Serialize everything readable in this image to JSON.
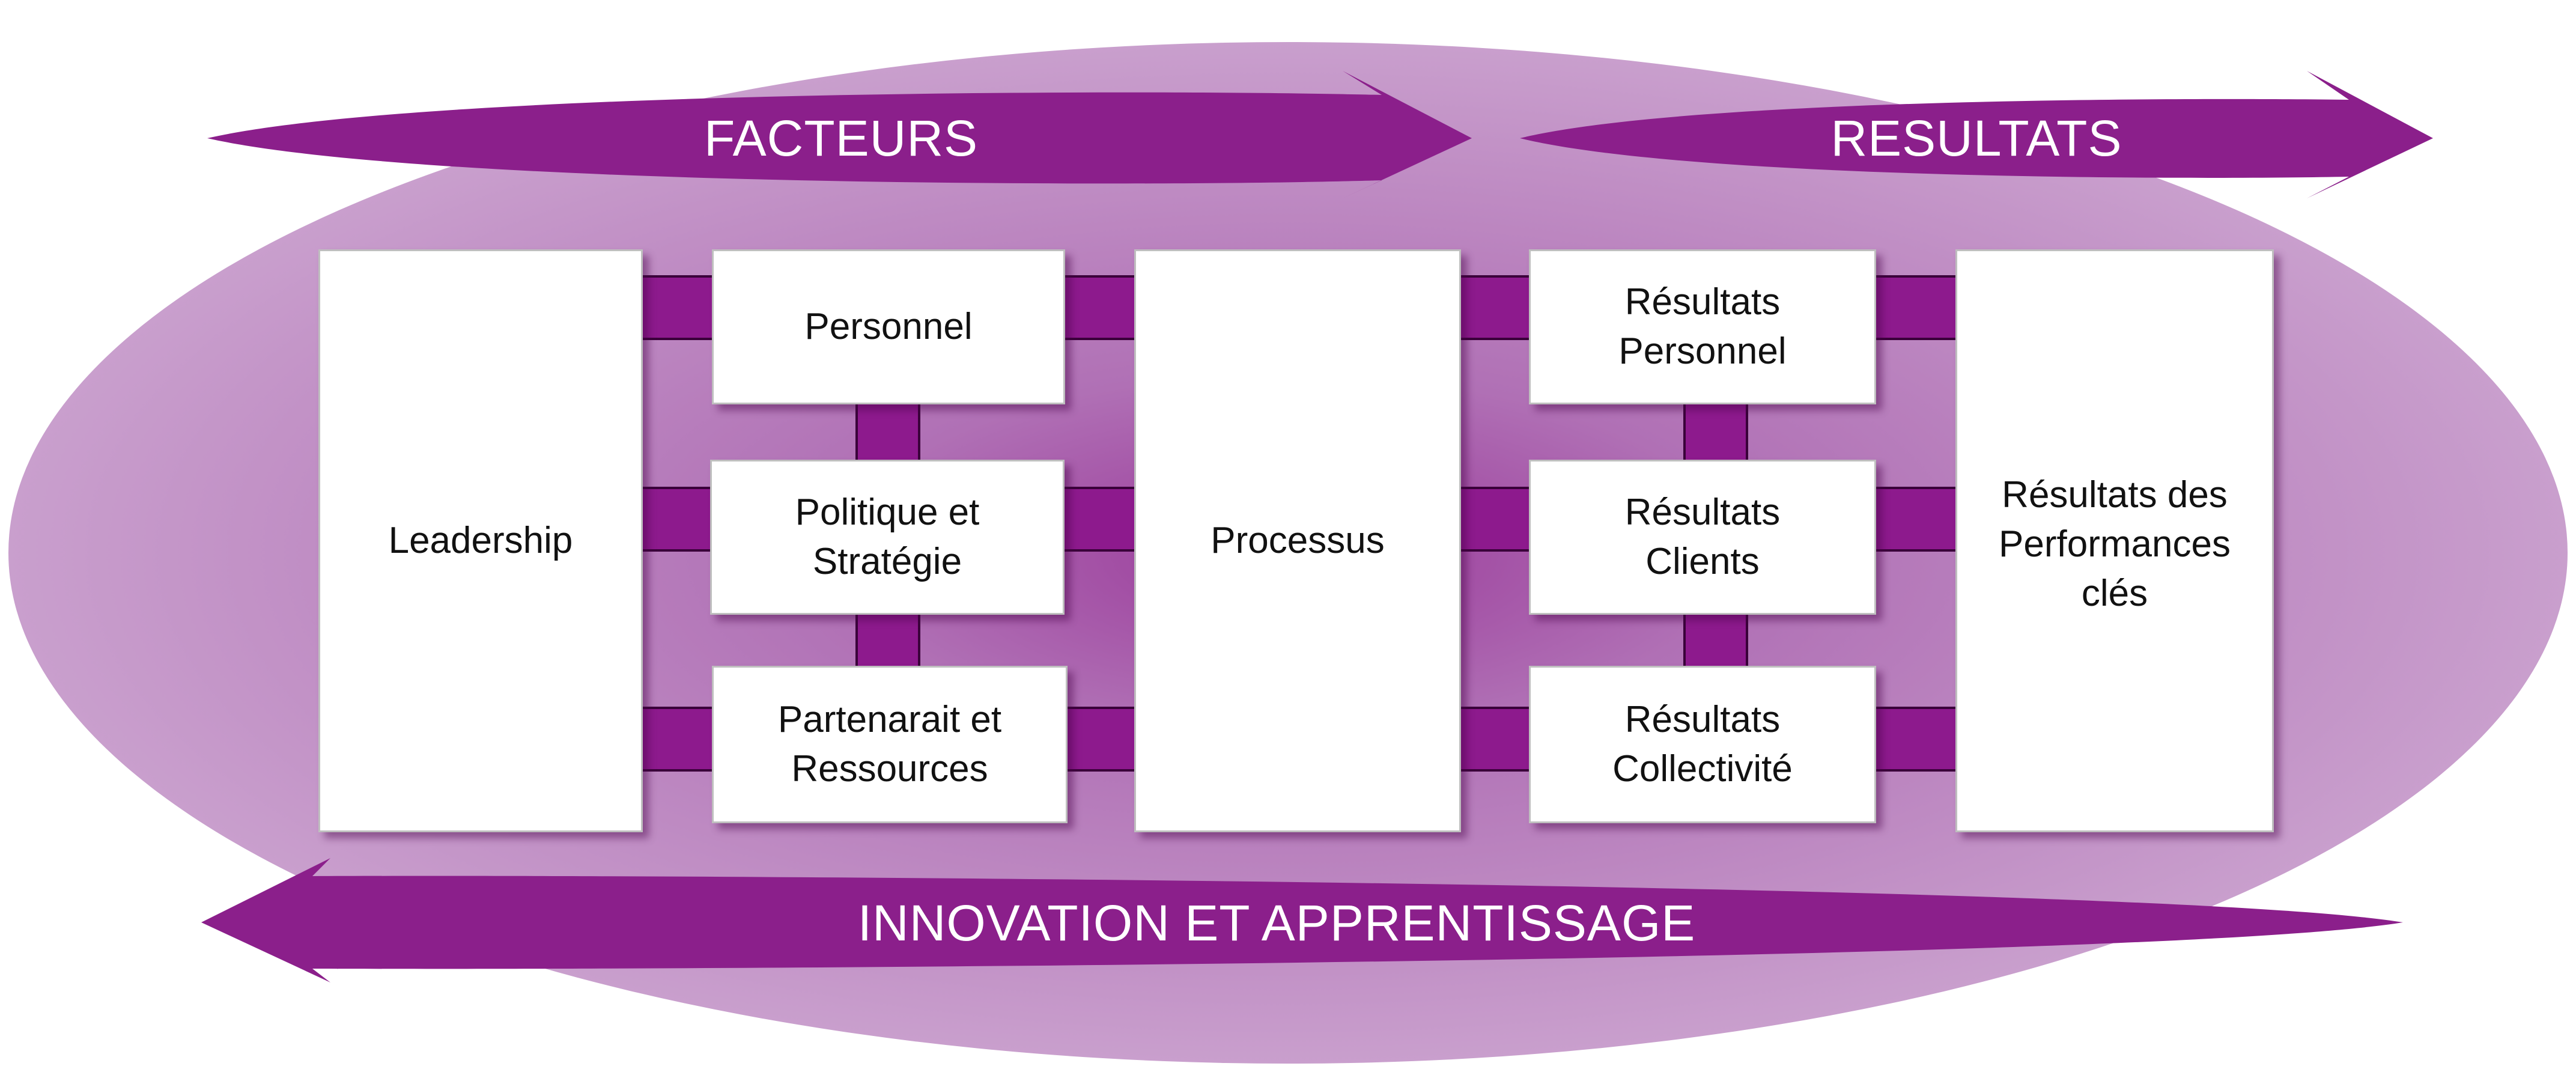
{
  "colors": {
    "ellipse_outer": "#c99fcd",
    "ellipse_inner": "#9a3a9a",
    "arrow": "#8b1f8b",
    "connector": "#8d1a8d",
    "box_fill": "#ffffff",
    "banner_text": "#ffffff"
  },
  "banners": {
    "facteurs": "FACTEURS",
    "resultats": "RESULTATS",
    "innovation": "INNOVATION ET APPRENTISSAGE"
  },
  "boxes": {
    "leadership": "Leadership",
    "personnel": "Personnel",
    "politique": "Politique et\nStratégie",
    "partenariat": "Partenarait et\nRessources",
    "processus": "Processus",
    "res_personnel": "Résultats\nPersonnel",
    "res_clients": "Résultats\nClients",
    "res_collectivite": "Résultats\nCollectivité",
    "res_performances": "Résultats des\nPerformances\nclés"
  }
}
